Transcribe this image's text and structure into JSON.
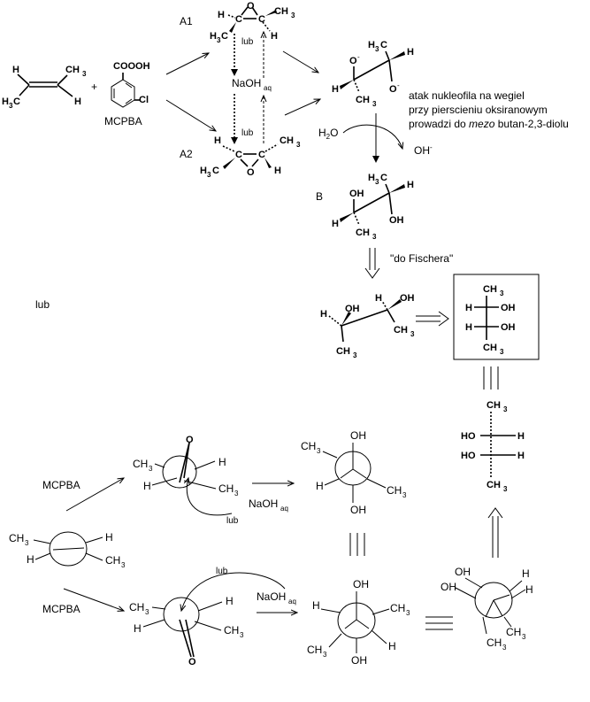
{
  "labels": {
    "a1": "A1",
    "a2": "A2",
    "b": "B",
    "mcpba": "MCPBA",
    "lub": "lub",
    "lub_left": "lub",
    "naoh": "NaOH",
    "naoh_sub": "aq",
    "plus": "+",
    "cooooh": "COOOH",
    "cl": "Cl",
    "h2o": "H",
    "h2o_sub": "2",
    "h2o_tail": "O",
    "oh_minus": "OH",
    "oh_minus_sup": "-",
    "o_minus": "O",
    "do_fischera": "\"do Fischera\"",
    "mcpba_top": "MCPBA",
    "mcpba_bottom": "MCPBA"
  },
  "annotation": {
    "line1": "atak nukleofila na wegiel",
    "line2": "przy pierscieniu oksiranowym",
    "line3_pre": "prowadzi do ",
    "line3_italic": "mezo",
    "line3_post": " butan-2,3-diolu"
  },
  "atoms": {
    "h": "H",
    "ch": "CH",
    "three": "3",
    "c": "C",
    "o": "O",
    "oh": "OH",
    "ho": "HO",
    "h3c_h": "H",
    "h3c_c": "C"
  },
  "identity_symbol": "≡"
}
